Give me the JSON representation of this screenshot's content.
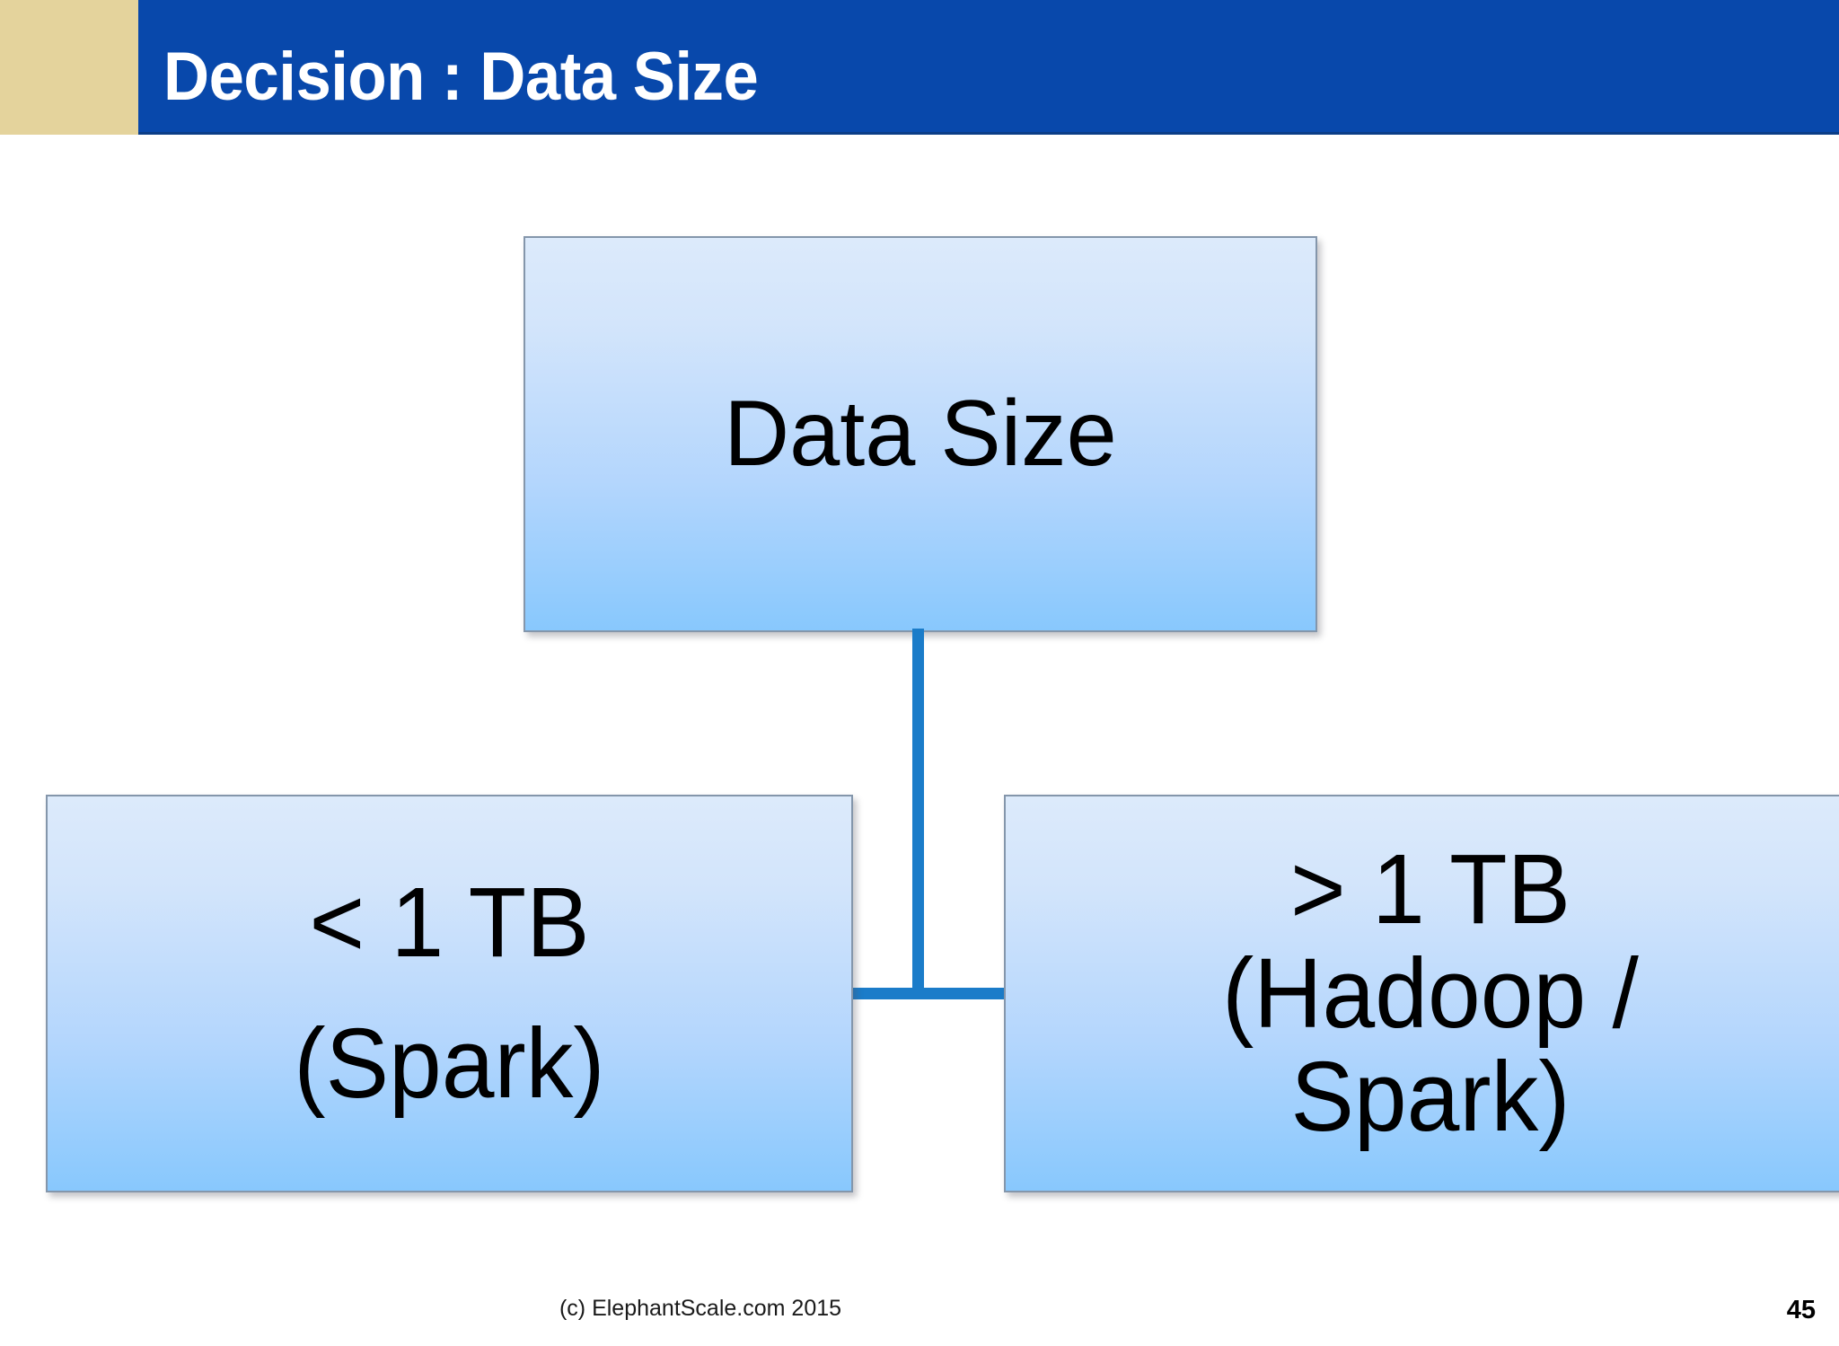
{
  "slide": {
    "title": "Decision : Data Size",
    "page_number": "45",
    "copyright": "(c) ElephantScale.com  2015"
  },
  "colors": {
    "header_blue": "#0848ab",
    "header_accent_tan": "#e4d39c",
    "box_gradient_top": "#dceafb",
    "box_gradient_bottom": "#88c8fd",
    "box_border": "#8496ab",
    "connector_blue": "#1b7cc9",
    "title_text": "#ffffff",
    "box_text": "#000000"
  },
  "diagram": {
    "type": "decision-tree",
    "root": {
      "id": "data-size",
      "label": "Data Size"
    },
    "branches": [
      {
        "id": "under-1tb",
        "label": "< 1 TB\n(Spark)",
        "threshold": "< 1 TB",
        "engine": "(Spark)"
      },
      {
        "id": "over-1tb",
        "label": "> 1 TB\n(Hadoop /\nSpark)",
        "threshold": "> 1 TB",
        "engine": "(Hadoop / Spark)"
      }
    ]
  }
}
